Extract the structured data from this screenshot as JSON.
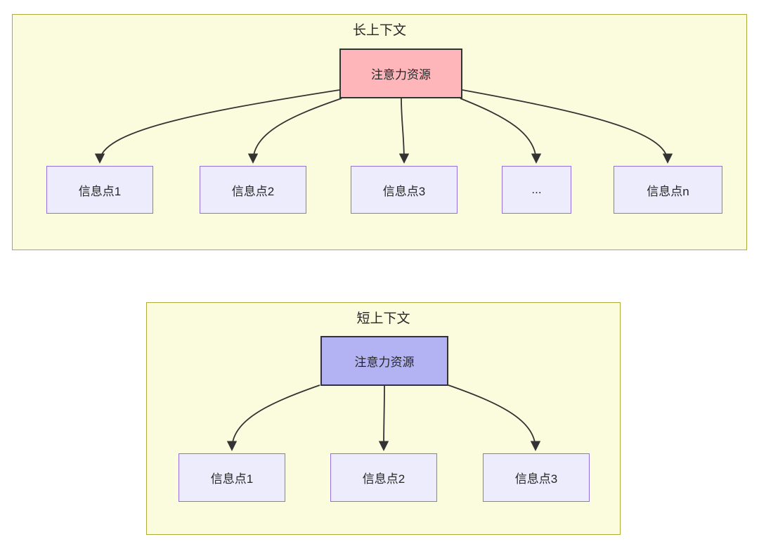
{
  "colors": {
    "group_fill": "#FBFBDE",
    "group_border": "#ACAC39",
    "attention_fill_long": "#FFB6BA",
    "attention_fill_short": "#B3B2F2",
    "attention_border": "#333333",
    "info_fill": "#ECECFC",
    "info_border": "#9370DB",
    "arrow": "#333333",
    "text": "#262626"
  },
  "long_context": {
    "title": "长上下文",
    "attention_label": "注意力资源",
    "info_points": [
      "信息点1",
      "信息点2",
      "信息点3",
      "...",
      "信息点n"
    ]
  },
  "short_context": {
    "title": "短上下文",
    "attention_label": "注意力资源",
    "info_points": [
      "信息点1",
      "信息点2",
      "信息点3"
    ]
  }
}
